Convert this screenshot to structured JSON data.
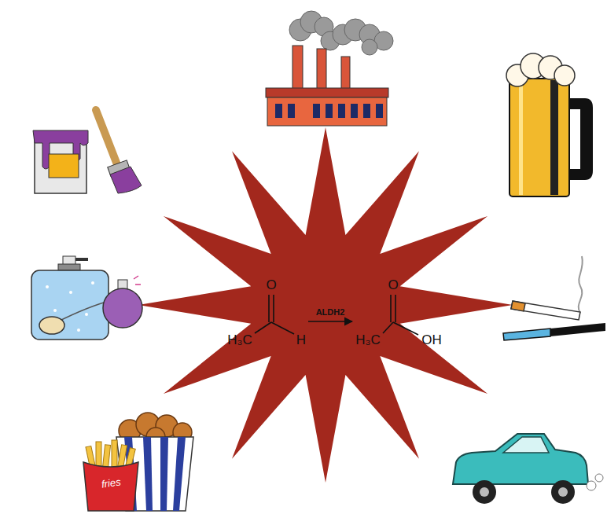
{
  "diagram": {
    "labels": [
      "O",
      "H₃C",
      "H",
      "ALDH2",
      "O",
      "H₃C",
      "OH",
      "fries"
    ]
  }
}
